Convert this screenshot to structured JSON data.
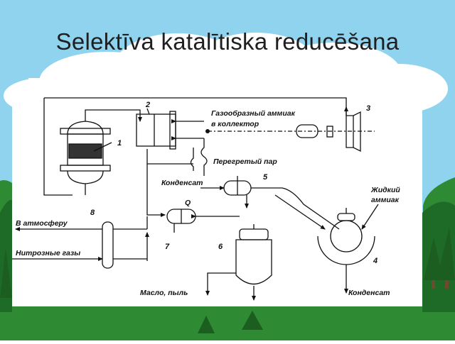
{
  "slide": {
    "title": "Selektīva katalītiska reducēšana",
    "colors": {
      "sky": "#8fd3ee",
      "cloud": "#ffffff",
      "grass": "#2e8b33",
      "grass_dark": "#1e6b28",
      "tree": "#1b5e20"
    }
  },
  "diagram": {
    "labels": {
      "ammonia_gas_1": "Газообразный аммиак",
      "ammonia_gas_2": "в коллектор",
      "superheated_steam": "Перегретый пар",
      "condensate_top": "Конденсат",
      "liquid_ammonia_1": "Жидкий",
      "liquid_ammonia_2": "аммиак",
      "atmosphere": "В атмосферу",
      "nitrous_gases": "Нитрозные газы",
      "oil_dust": "Масло, пыль",
      "condensate_bottom": "Конденсат",
      "heat_q": "Q"
    },
    "numbers": {
      "n1": "1",
      "n2": "2",
      "n3": "3",
      "n4": "4",
      "n5": "5",
      "n6": "6",
      "n7": "7",
      "n8": "8"
    }
  }
}
